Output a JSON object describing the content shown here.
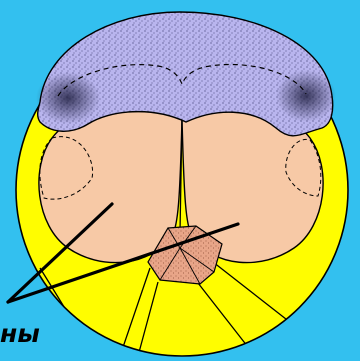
{
  "caption": "ны",
  "colors": {
    "background": "#33c0ef",
    "yolk": "#fffd00",
    "blastomere": "#f7c9a6",
    "cap": "#b9b5ee",
    "cap_dark": "#2a2a55",
    "core": "#e09a7e",
    "line": "#000000"
  },
  "icons": [
    "embryo-diagram",
    "leader-line"
  ]
}
